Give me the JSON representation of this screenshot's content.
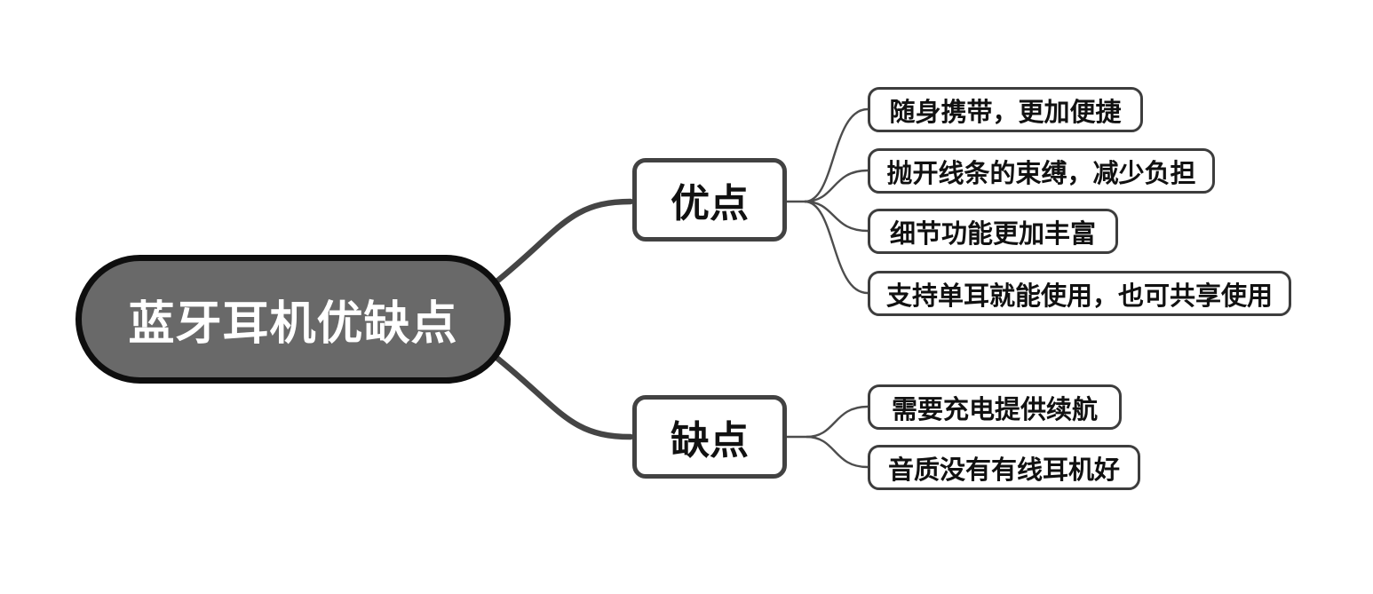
{
  "mindmap": {
    "root": {
      "label": "蓝牙耳机优缺点",
      "fill_color": "#696969",
      "border_color": "#0e0e0e",
      "text_color": "#ffffff"
    },
    "branches": [
      {
        "id": "advantages",
        "label": "优点",
        "children": [
          {
            "label": "随身携带，更加便捷"
          },
          {
            "label": "抛开线条的束缚，减少负担"
          },
          {
            "label": "细节功能更加丰富"
          },
          {
            "label": "支持单耳就能使用，也可共享使用"
          }
        ]
      },
      {
        "id": "disadvantages",
        "label": "缺点",
        "children": [
          {
            "label": "需要充电提供续航"
          },
          {
            "label": "音质没有有线耳机好"
          }
        ]
      }
    ],
    "style": {
      "connector_color": "#4d4d4d",
      "node_border_color": "#3d3d3d",
      "node_fill_color": "#ffffff",
      "node_text_color": "#111111",
      "background_color": "#ffffff"
    }
  }
}
